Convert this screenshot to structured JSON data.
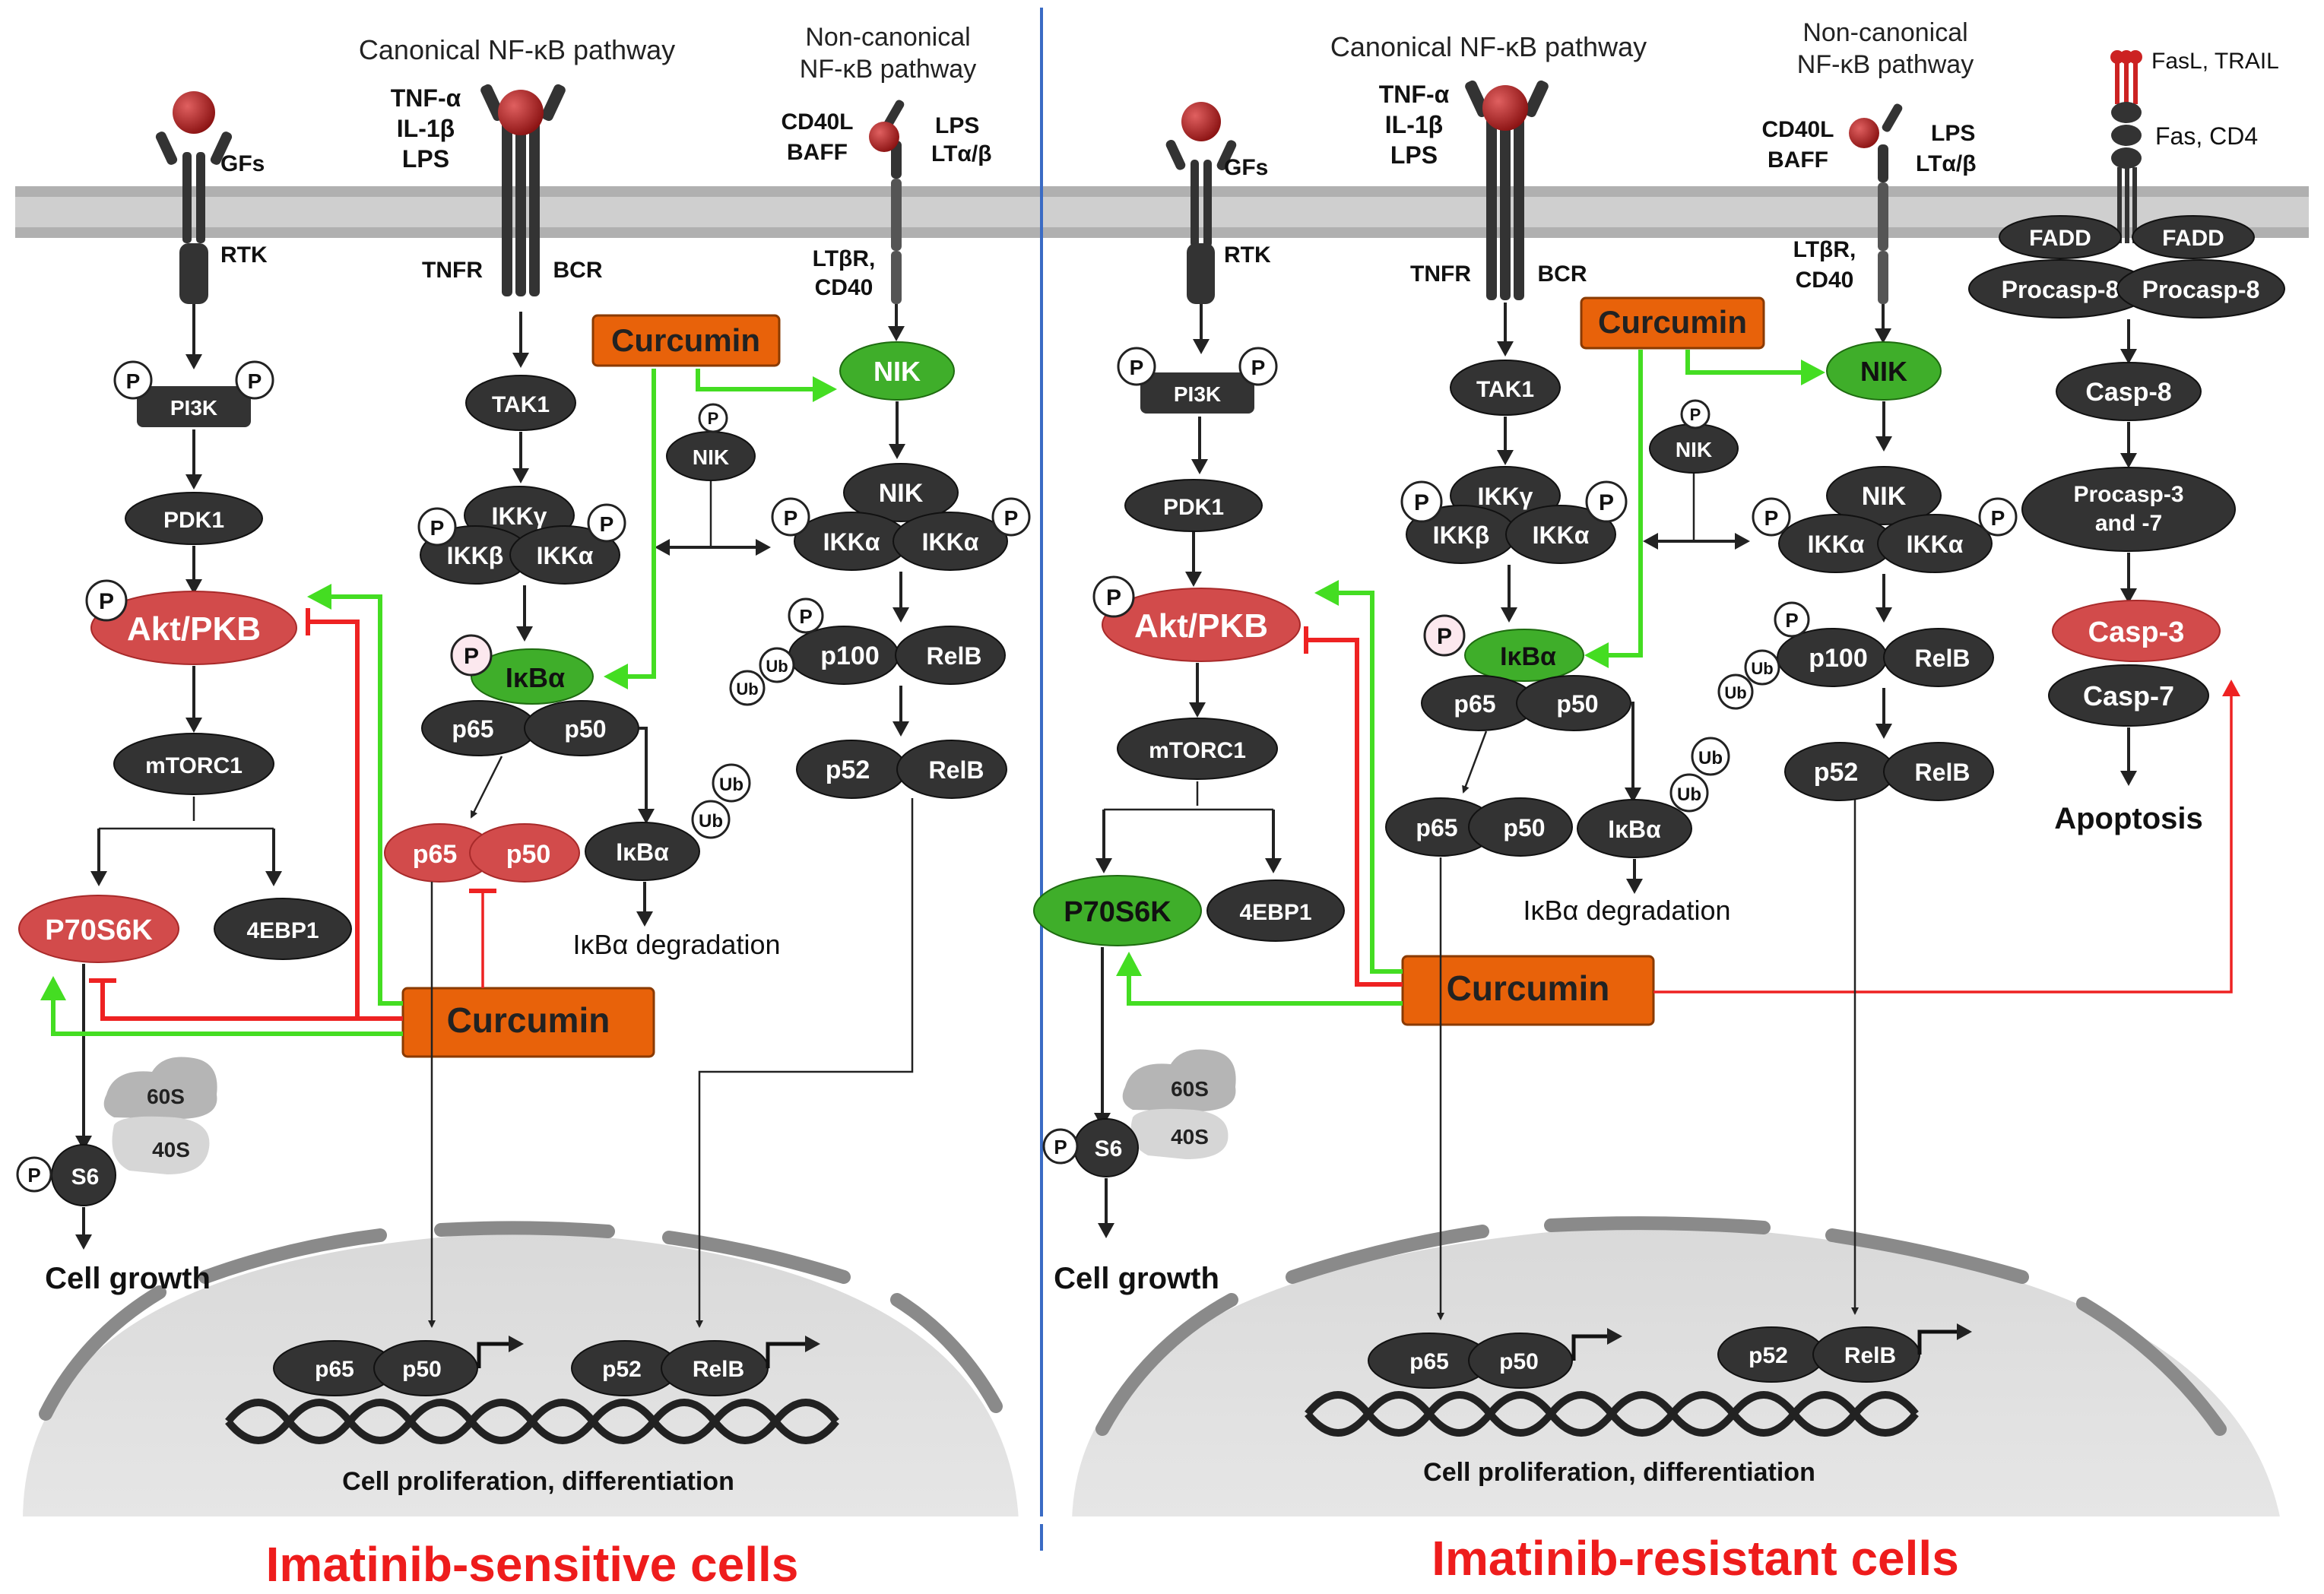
{
  "left": {
    "canonical_title": "Canonical NF-κB pathway",
    "noncanonical_title_1": "Non-canonical",
    "noncanonical_title_2": "NF-κB pathway",
    "gfs": "GFs",
    "rtk": "RTK",
    "ligands_1": "TNF-α",
    "ligands_2": "IL-1β",
    "ligands_3": "LPS",
    "tnfr": "TNFR",
    "bcr": "BCR",
    "cd40l": "CD40L",
    "baff": "BAFF",
    "lps": "LPS",
    "lta": "LTα/β",
    "ltbr": "LTβR,",
    "cd40": "CD40",
    "pi3k": "PI3K",
    "pdk1": "PDK1",
    "akt": "Akt/PKB",
    "mtorc1": "mTORC1",
    "p70s6k": "P70S6K",
    "ebp1": "4EBP1",
    "s6": "S6",
    "r60s": "60S",
    "r40s": "40S",
    "cell_growth": "Cell growth",
    "tak1": "TAK1",
    "ikkg": "IKKγ",
    "ikkb": "IKKβ",
    "ikka": "IKKα",
    "ikba": "IκBα",
    "p65": "p65",
    "p50": "p50",
    "ub": "Ub",
    "ikba_deg": "IκBα degradation",
    "curcumin_top": "Curcumin",
    "curcumin_bottom": "Curcumin",
    "nik": "NIK",
    "p100": "p100",
    "relb": "RelB",
    "p52": "p52",
    "cell_prolif": "Cell proliferation, differentiation",
    "title": "Imatinib-sensitive cells"
  },
  "right": {
    "canonical_title": "Canonical NF-κB pathway",
    "noncanonical_title_1": "Non-canonical",
    "noncanonical_title_2": "NF-κB pathway",
    "fasl": "FasL, TRAIL",
    "fas": "Fas, CD4",
    "fadd": "FADD",
    "procasp8": "Procasp-8",
    "casp8": "Casp-8",
    "procasp37_1": "Procasp-3",
    "procasp37_2": "and -7",
    "casp3": "Casp-3",
    "casp7": "Casp-7",
    "apoptosis": "Apoptosis",
    "title": "Imatinib-resistant cells"
  },
  "colors": {
    "red_node": "#d24b4b",
    "green_node": "#3fae2a",
    "curcumin": "#e8620a",
    "title_red": "#ee1c1c",
    "divider": "#3a6bc4"
  }
}
